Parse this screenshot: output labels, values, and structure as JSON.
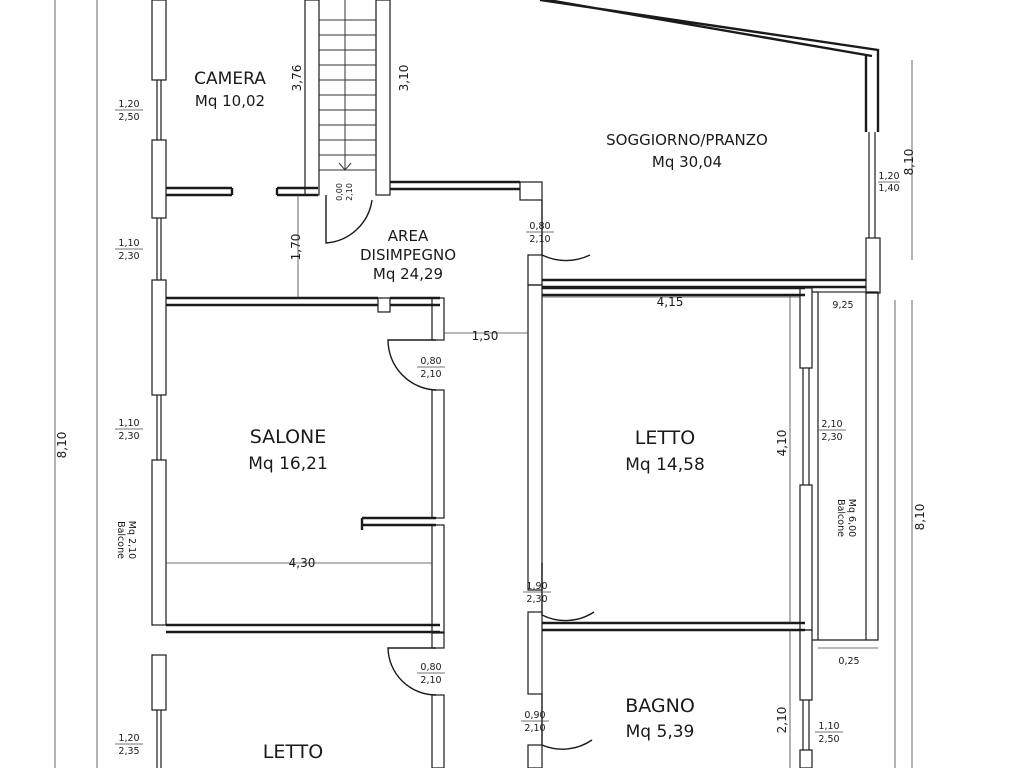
{
  "rooms": {
    "camera": {
      "name": "CAMERA",
      "area": "Mq 10,02"
    },
    "soggiorno": {
      "name": "SOGGIORNO/PRANZO",
      "area": "Mq 30,04"
    },
    "disimpegno": {
      "name_line1": "AREA",
      "name_line2": "DISIMPEGNO",
      "area": "Mq 24,29"
    },
    "salone": {
      "name": "SALONE",
      "area": "Mq 16,21"
    },
    "letto_right": {
      "name": "LETTO",
      "area": "Mq 14,58"
    },
    "bagno": {
      "name": "BAGNO",
      "area": "Mq 5,39"
    },
    "letto_bottom": {
      "name": "LETTO"
    }
  },
  "balconies": {
    "left": {
      "line1": "Balcone",
      "line2": "Mq 2,10"
    },
    "right": {
      "line1": "Balcone",
      "line2": "Mq 6,00"
    }
  },
  "dimensions": {
    "stair_left_height": "3,76",
    "stair_right_height": "3,10",
    "corridor_height": "1,70",
    "corridor_width": "1,50",
    "letto_width": "4,15",
    "letto_height": "4,10",
    "salone_width": "4,30",
    "bagno_height": "2,10",
    "overall_left": "8,10",
    "overall_right_top": "8,10",
    "overall_right_bottom": "8,10",
    "gap_925": "9,25",
    "gap_025": "0,25",
    "stair_level": "0,00",
    "stair_level_2": "2,10"
  },
  "openings": {
    "window_left_1": {
      "top": "1,20",
      "bottom": "2,50"
    },
    "window_left_2": {
      "top": "1,10",
      "bottom": "2,30"
    },
    "window_left_3": {
      "top": "1,10",
      "bottom": "2,30"
    },
    "window_left_4": {
      "top": "1,20",
      "bottom": "2,35"
    },
    "window_soggiorno": {
      "top": "1,20",
      "bottom": "1,40"
    },
    "window_letto": {
      "top": "2,10",
      "bottom": "2,30"
    },
    "window_bagno": {
      "top": "1,10",
      "bottom": "2,50"
    },
    "door_soggiorno": {
      "top": "0,80",
      "bottom": "2,10"
    },
    "door_salone": {
      "top": "0,80",
      "bottom": "2,10"
    },
    "door_letto_bottom": {
      "top": "0,80",
      "bottom": "2,10"
    },
    "door_letto": {
      "top": "1,90",
      "bottom": "2,30"
    },
    "door_bagno": {
      "top": "0,90",
      "bottom": "2,10"
    }
  }
}
